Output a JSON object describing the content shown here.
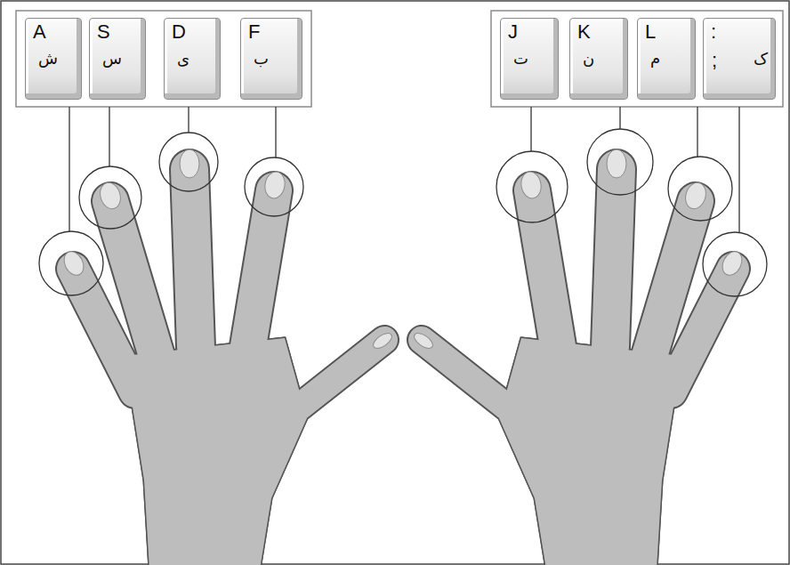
{
  "diagram": {
    "nodes": [
      {
        "text": [
          "A",
          "ش"
        ]
      },
      {
        "text": [
          "S",
          "س"
        ]
      },
      {
        "text": [
          "D",
          "ی"
        ]
      },
      {
        "text": [
          "F",
          "ب"
        ]
      },
      {
        "text": [
          "J",
          "ت"
        ]
      },
      {
        "text": [
          "K",
          "ن"
        ]
      },
      {
        "text": [
          "L",
          "م"
        ]
      },
      {
        "text": [
          ":",
          ";",
          "ک"
        ]
      }
    ]
  }
}
